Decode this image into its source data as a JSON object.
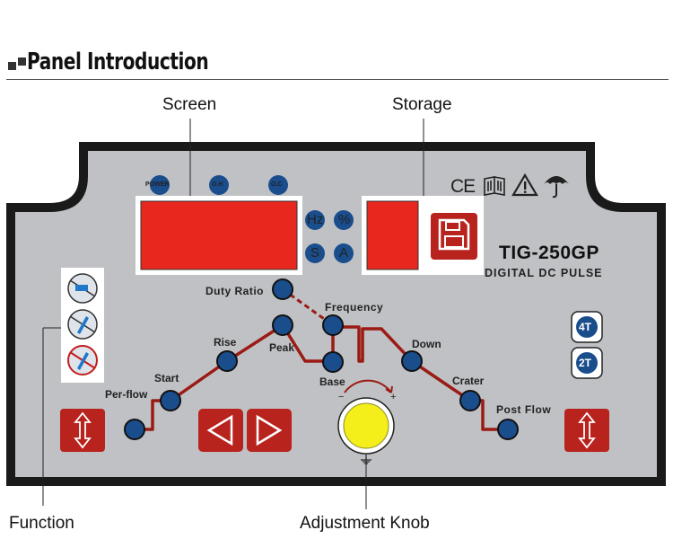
{
  "header": {
    "title": "Panel Introduction"
  },
  "callouts": {
    "screen": "Screen",
    "storage": "Storage",
    "function": "Function",
    "knob": "Adjustment Knob"
  },
  "indicators": {
    "power": "POWER",
    "oh": "O.H",
    "oc": "O.C"
  },
  "units": {
    "hz": "Hz",
    "percent": "%",
    "s": "S",
    "a": "A"
  },
  "brand": {
    "model": "TIG-250GP",
    "subtitle": "DIGITAL DC PULSE",
    "ce": "CE"
  },
  "parameters": {
    "duty_ratio": "Duty Ratio",
    "frequency": "Frequency",
    "peak": "Peak",
    "base": "Base",
    "rise": "Rise",
    "start": "Start",
    "pre_flow": "Per-flow",
    "down": "Down",
    "crater": "Crater",
    "post_flow": "Post Flow"
  },
  "mode_buttons": {
    "four_t": "4T",
    "two_t": "2T"
  },
  "knob": {
    "minus": "−",
    "plus": "+"
  },
  "colors": {
    "panel": "#bfc1c4",
    "display_red": "#e8281e",
    "knob_yellow": "#f4ee1a",
    "button_red": "#b8231e",
    "node_blue": "#1a4d8c",
    "trace": "#9b1b14"
  }
}
